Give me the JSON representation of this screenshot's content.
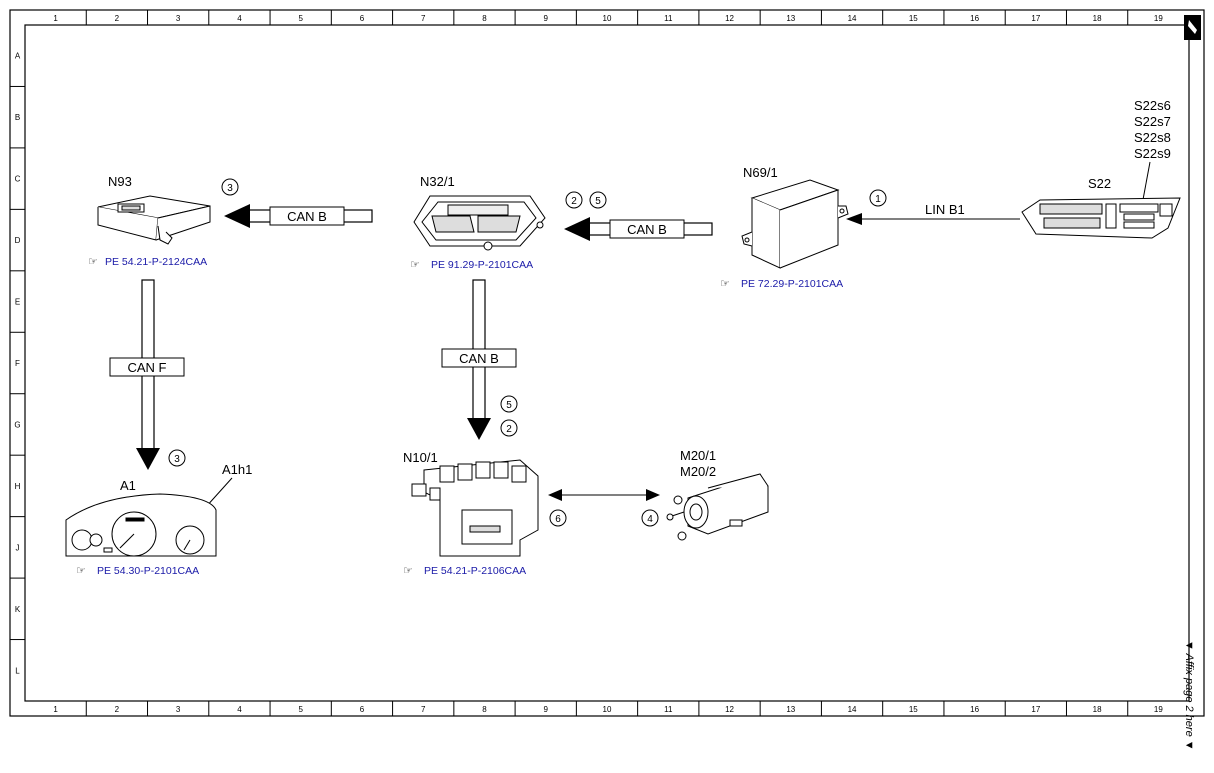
{
  "grid": {
    "columns": [
      "1",
      "2",
      "3",
      "4",
      "5",
      "6",
      "7",
      "8",
      "9",
      "10",
      "11",
      "12",
      "13",
      "14",
      "15",
      "16",
      "17",
      "18",
      "19"
    ],
    "rows": [
      "A",
      "B",
      "C",
      "D",
      "E",
      "F",
      "G",
      "H",
      "J",
      "K",
      "L"
    ]
  },
  "components": {
    "n93": {
      "label": "N93",
      "ref": "PE 54.21-P-2124CAA"
    },
    "n32_1": {
      "label": "N32/1",
      "ref": "PE 91.29-P-2101CAA"
    },
    "n69_1": {
      "label": "N69/1",
      "ref": "PE 72.29-P-2101CAA"
    },
    "s22": {
      "label": "S22",
      "sub": [
        "S22s6",
        "S22s7",
        "S22s8",
        "S22s9"
      ]
    },
    "a1": {
      "label": "A1",
      "sub": "A1h1",
      "ref": "PE 54.30-P-2101CAA"
    },
    "n10_1": {
      "label": "N10/1",
      "ref": "PE 54.21-P-2106CAA"
    },
    "m20": {
      "label1": "M20/1",
      "label2": "M20/2"
    }
  },
  "buses": {
    "can_b_top_left": "CAN B",
    "can_b_top_mid": "CAN B",
    "can_b_vertical": "CAN B",
    "can_f": "CAN F",
    "lin_b1": "LIN B1"
  },
  "steps": {
    "s1": "1",
    "s2a": "2",
    "s5a": "5",
    "s3a": "3",
    "s5b": "5",
    "s2b": "2",
    "s3b": "3",
    "s6": "6",
    "s4": "4"
  },
  "side_note": "▼ Affix page 2 here ▼"
}
